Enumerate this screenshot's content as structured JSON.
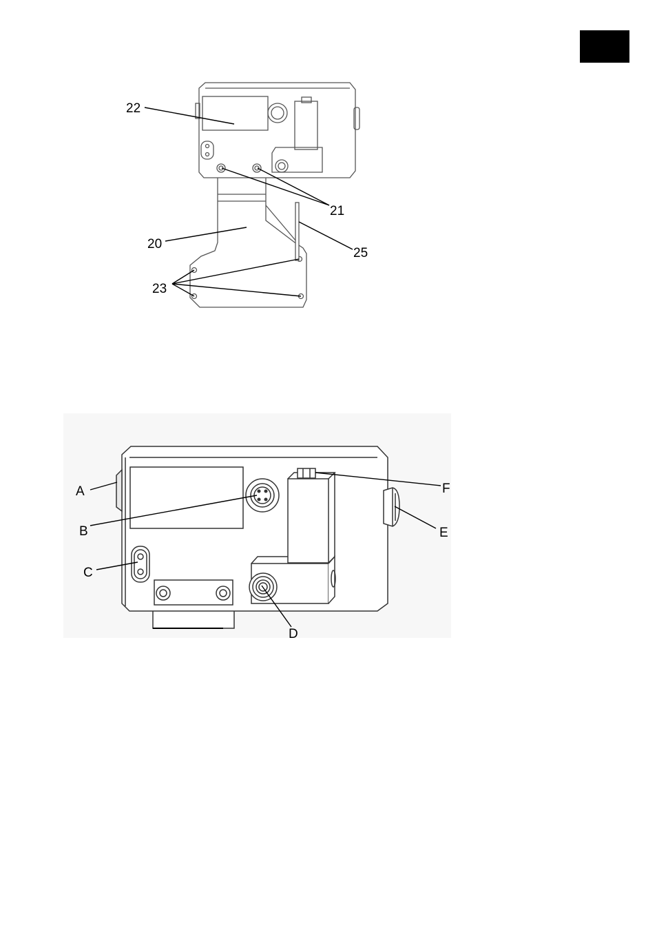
{
  "corner_tab": {
    "color": "#000000"
  },
  "figure_top": {
    "callouts": {
      "c22": "22",
      "c21": "21",
      "c20": "20",
      "c25": "25",
      "c23": "23"
    }
  },
  "figure_bottom": {
    "callouts": {
      "a": "A",
      "b": "B",
      "c": "C",
      "d": "D",
      "e": "E",
      "f": "F"
    }
  }
}
